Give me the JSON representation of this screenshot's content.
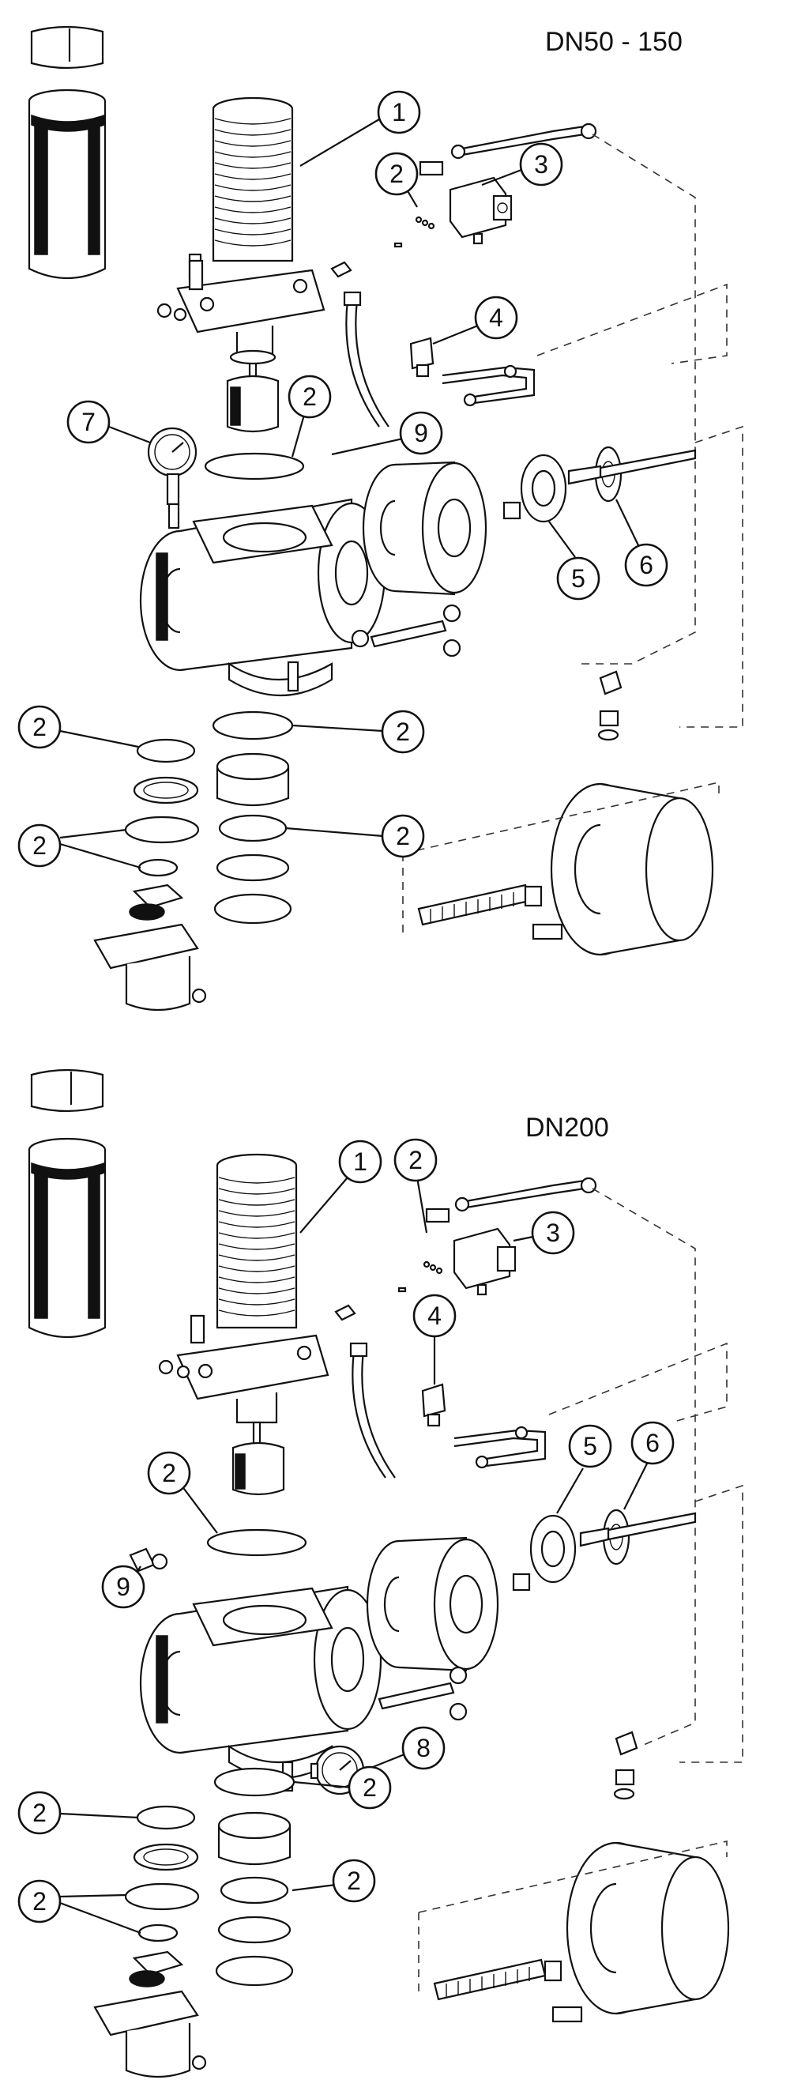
{
  "sections": [
    {
      "title": "DN50 - 150",
      "callouts": [
        "1",
        "2",
        "3",
        "4",
        "2",
        "7",
        "9",
        "5",
        "6",
        "2",
        "2",
        "2",
        "2"
      ]
    },
    {
      "title": "DN200",
      "callouts": [
        "1",
        "2",
        "3",
        "4",
        "5",
        "6",
        "2",
        "9",
        "8",
        "2",
        "2",
        "2",
        "2"
      ]
    }
  ]
}
